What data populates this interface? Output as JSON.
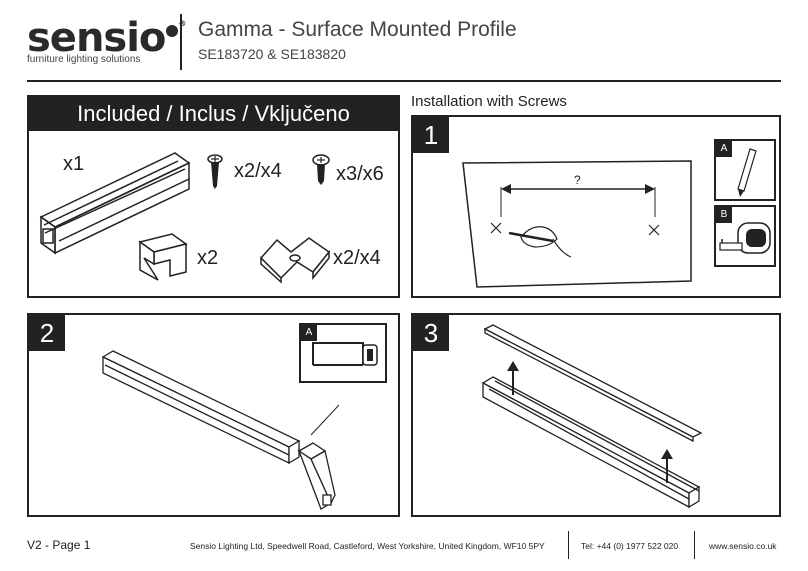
{
  "header": {
    "brand": "sensio",
    "registered": "®",
    "tagline": "furniture lighting solutions",
    "title": "Gamma - Surface Mounted Profile",
    "subtitle": "SE183720 & SE183820"
  },
  "included": {
    "heading": "Included / Inclus / Vključeno",
    "items": [
      {
        "qty": "x1",
        "icon": "profile-icon"
      },
      {
        "qty": "x2/x4",
        "icon": "countersunk-screw-icon"
      },
      {
        "qty": "x3/x6",
        "icon": "pan-screw-icon"
      },
      {
        "qty": "x2",
        "icon": "end-cap-icon"
      },
      {
        "qty": "x2/x4",
        "icon": "mounting-clip-icon"
      }
    ]
  },
  "installation": {
    "heading": "Installation with Screws",
    "steps": [
      {
        "number": "1",
        "measure_label": "?",
        "tools": [
          {
            "badge": "A",
            "icon": "pencil-icon"
          },
          {
            "badge": "B",
            "icon": "tape-measure-icon"
          }
        ]
      },
      {
        "number": "2",
        "tools": [
          {
            "badge": "A",
            "icon": "hacksaw-icon"
          }
        ]
      },
      {
        "number": "3"
      }
    ]
  },
  "footer": {
    "page": "V2 - Page 1",
    "address": "Sensio Lighting Ltd, Speedwell Road, Castleford, West Yorkshire, United Kingdom, WF10 5PY",
    "phone": "Tel: +44 (0) 1977 522 020",
    "website": "www.sensio.co.uk"
  }
}
